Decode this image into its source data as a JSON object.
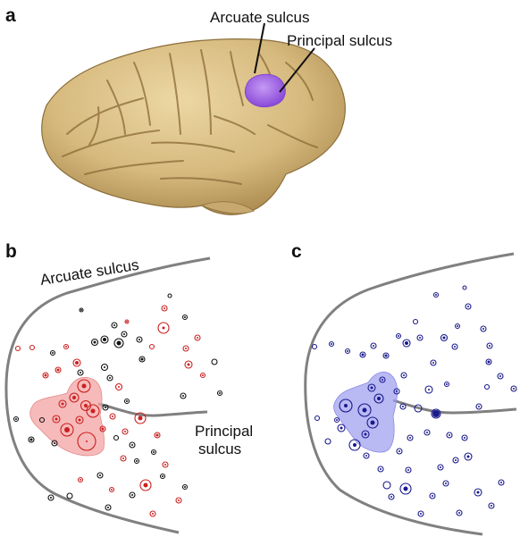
{
  "panels": {
    "a": {
      "letter": "a",
      "labels": {
        "arcuate": "Arcuate sulcus",
        "principal": "Principal sulcus"
      },
      "colors": {
        "brain": "#d8be86",
        "brain_shadow": "#a8894f",
        "region": "#9a5de0"
      }
    },
    "b": {
      "letter": "b",
      "labels": {
        "arcuate": "Arcuate sulcus",
        "principal_line1": "Principal",
        "principal_line2": "sulcus"
      },
      "colors": {
        "accent": "#cc1f1f",
        "blob": "#f3a3a3",
        "sulcus": "#808080"
      }
    },
    "c": {
      "letter": "c",
      "colors": {
        "accent": "#1a1a8c",
        "blob": "#9b9bef",
        "sulcus": "#808080"
      }
    }
  }
}
